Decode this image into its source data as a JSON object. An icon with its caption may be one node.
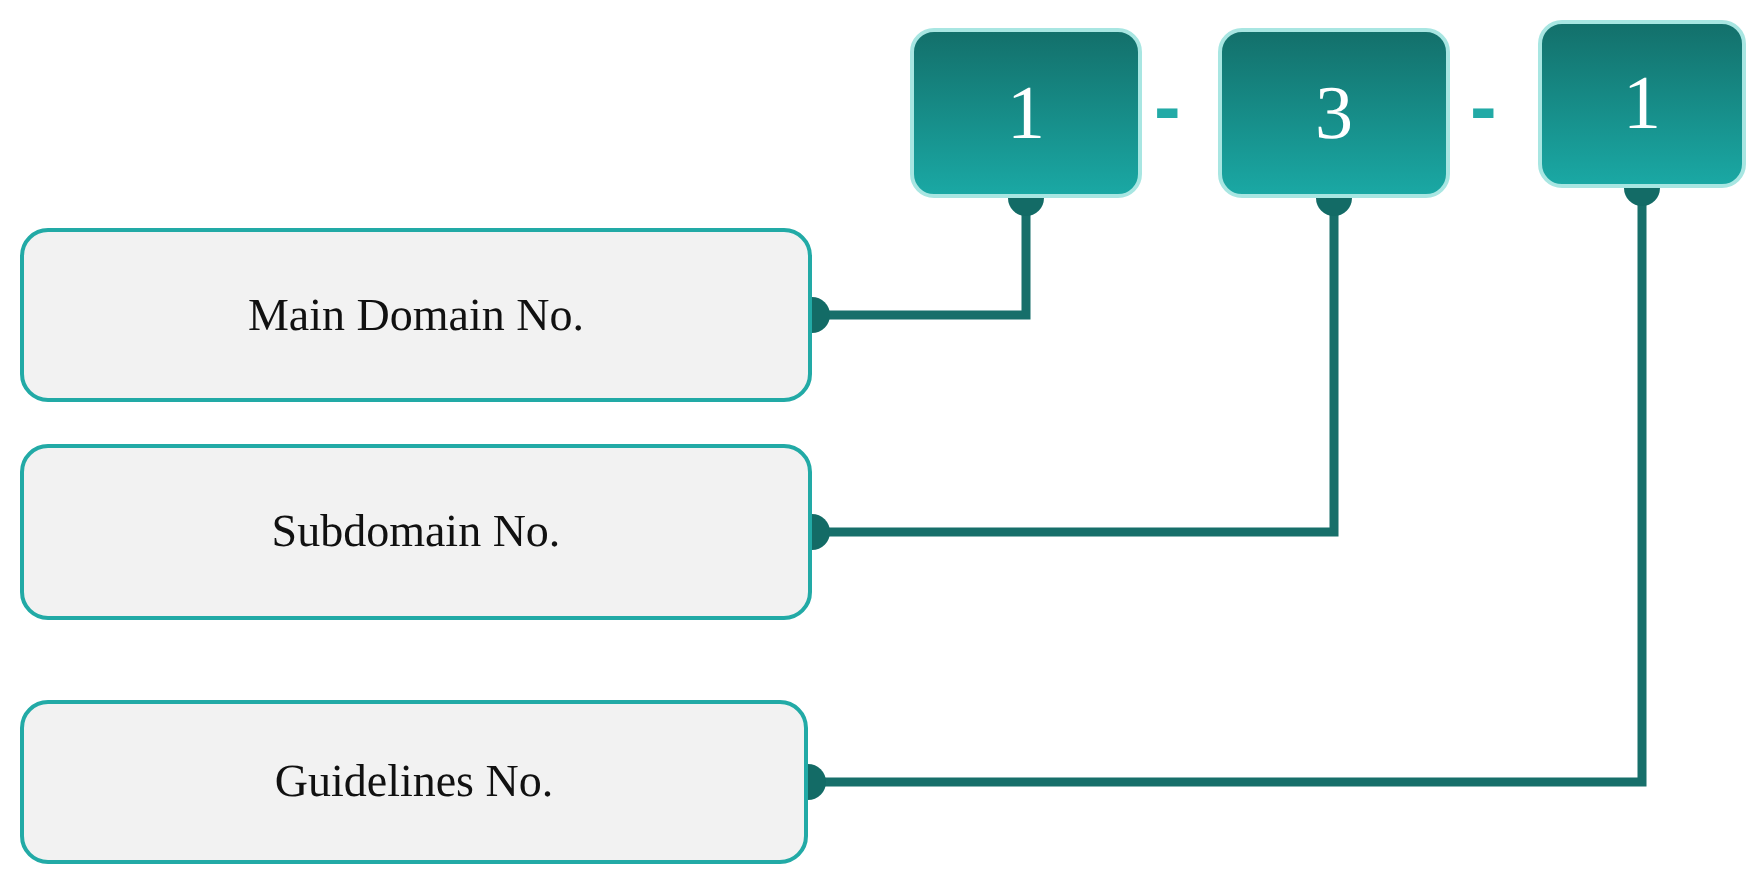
{
  "diagram": {
    "nodes": [
      {
        "text": [
          "1"
        ]
      },
      {
        "text": [
          "3"
        ]
      },
      {
        "text": [
          "1"
        ]
      },
      {
        "text": [
          "Main Domain No."
        ]
      },
      {
        "text": [
          "Subdomain No."
        ]
      },
      {
        "text": [
          "Guidelines No."
        ]
      }
    ],
    "edges": [
      {
        "from": 0,
        "to": 3,
        "arrow": "other"
      },
      {
        "from": 1,
        "to": 4,
        "arrow": "other"
      },
      {
        "from": 2,
        "to": 5,
        "arrow": "other"
      }
    ],
    "labels": [
      "-",
      "-"
    ]
  }
}
